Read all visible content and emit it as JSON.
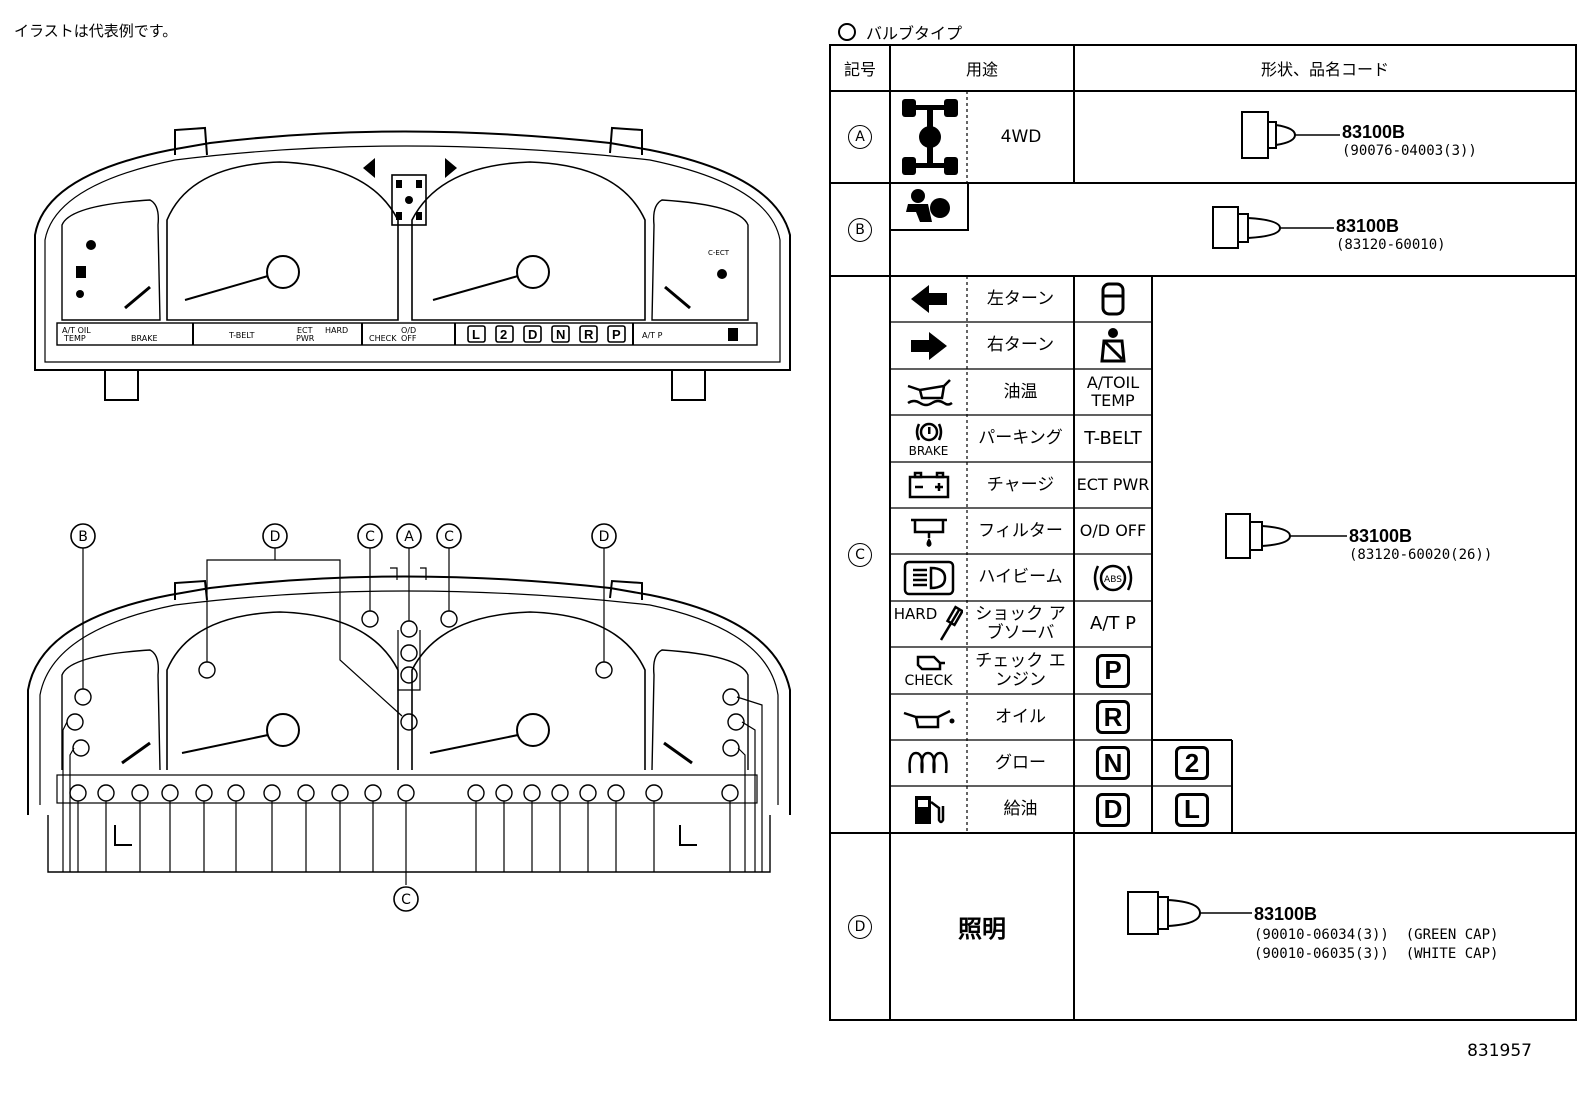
{
  "note": "イラストは代表例です。",
  "cluster_upper": {
    "strip_texts": [
      "A/T OIL TEMP",
      "BRAKE",
      "T-BELT",
      "ECT PWR",
      "HARD",
      "CHECK",
      "O/D OFF",
      "L",
      "2",
      "D",
      "N",
      "R",
      "P",
      "A/T P"
    ],
    "right_label": "C-ECT"
  },
  "cluster_lower": {
    "callouts": [
      "B",
      "D",
      "C",
      "A",
      "C",
      "D"
    ],
    "bottom_callout": "C"
  },
  "bulb_section_title": "バルブタイプ",
  "table": {
    "headers": [
      "記号",
      "用途",
      "形状、品名コード"
    ],
    "rows": {
      "A": {
        "symbol": "A",
        "icon": "4wd-icon",
        "label": "4WD",
        "part": "83100B",
        "code": "(90076-04003(3))"
      },
      "B": {
        "symbol": "B",
        "icon": "airbag-icon",
        "part": "83100B",
        "code": "(83120-60010)"
      },
      "C": {
        "symbol": "C",
        "part": "83100B",
        "code": "(83120-60020(26))",
        "items": [
          {
            "icon": "left-arrow-icon",
            "label": "左ターン",
            "right": "door-icon"
          },
          {
            "icon": "right-arrow-icon",
            "label": "右ターン",
            "right": "seatbelt-icon"
          },
          {
            "icon": "oil-temp-icon",
            "label": "油温",
            "right_text": "A/TOIL TEMP"
          },
          {
            "icon": "brake-icon",
            "icon_text": "BRAKE",
            "label": "パーキング",
            "right_text": "T-BELT"
          },
          {
            "icon": "battery-icon",
            "label": "チャージ",
            "right_text": "ECT PWR"
          },
          {
            "icon": "filter-icon",
            "label": "フィルター",
            "right_text": "O/D OFF"
          },
          {
            "icon": "high-beam-icon",
            "label": "ハイビーム",
            "right": "abs-icon",
            "right_icon_text": "ABS"
          },
          {
            "icon": "hard-icon",
            "icon_text": "HARD",
            "label": "ショック アブソーバ",
            "right_text": "A/T P"
          },
          {
            "icon": "check-engine-icon",
            "icon_text": "CHECK",
            "label": "チェック エンジン",
            "right_letter": "P"
          },
          {
            "icon": "oil-can-icon",
            "label": "オイル",
            "right_letter": "R"
          },
          {
            "icon": "glow-icon",
            "label": "グロー",
            "right_letter": "N",
            "extra_letter": "2"
          },
          {
            "icon": "fuel-icon",
            "label": "給油",
            "right_letter": "D",
            "extra_letter": "L"
          }
        ]
      },
      "D": {
        "symbol": "D",
        "label": "照明",
        "part": "83100B",
        "codes": [
          "(90010-06034(3))",
          "(90010-06035(3))"
        ],
        "caps": [
          "(GREEN CAP)",
          "(WHITE CAP)"
        ]
      }
    }
  },
  "figure_number": "831957"
}
